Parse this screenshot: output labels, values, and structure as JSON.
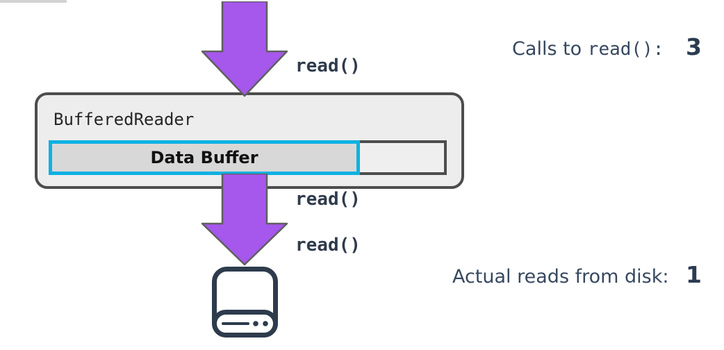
{
  "colors": {
    "purple": "#a657ec",
    "purple-stroke": "#5f5f5f",
    "cyan": "#0db1e2",
    "box-fill": "#ededed",
    "box-border": "#4d4d4d",
    "buffer-fill": "#d8d8d8",
    "code-text": "#2f3b4c",
    "label-text": "#374860",
    "number-text": "#2b3c50",
    "icon": "#2d3b4c",
    "topbar": "#d2d2d2"
  },
  "top_arrow": {
    "labels": [
      "read()",
      "read()",
      "read()"
    ]
  },
  "bottom_arrow": {
    "label": "read()"
  },
  "reader_box": {
    "title": "BufferedReader",
    "buffer_label": "Data Buffer"
  },
  "stats": {
    "calls": {
      "text": "Calls to ",
      "code": "read()",
      "colon": ": ",
      "value": "3"
    },
    "disk_reads": {
      "text": "Actual reads from disk: ",
      "value": "1"
    }
  },
  "icons": {
    "disk": "hard-drive-icon"
  }
}
